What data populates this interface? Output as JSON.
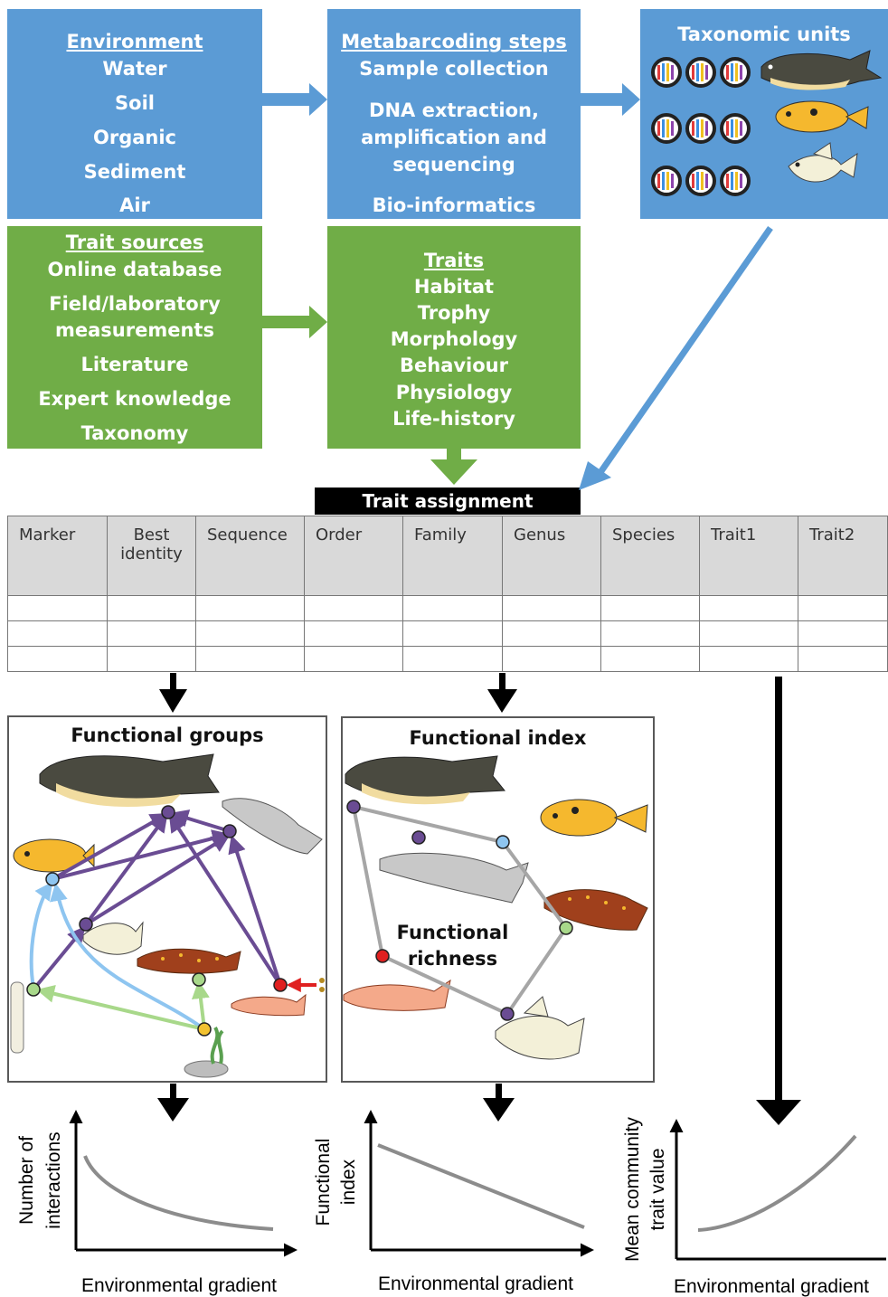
{
  "environment": {
    "title": "Environment",
    "items": [
      "Water",
      "Soil",
      "Organic",
      "Sediment",
      "Air"
    ]
  },
  "metabarcoding": {
    "title": "Metabarcoding steps",
    "steps": [
      "Sample collection",
      "DNA extraction,",
      "amplification and",
      "sequencing",
      "Bio-informatics"
    ]
  },
  "taxonomic_units": {
    "title": "Taxonomic units"
  },
  "trait_sources": {
    "title": "Trait sources",
    "items": [
      "Online database",
      "Field/laboratory",
      "measurements",
      "Literature",
      "Expert knowledge",
      "Taxonomy"
    ]
  },
  "traits": {
    "title": "Traits",
    "items": [
      "Habitat",
      "Trophy",
      "Morphology",
      "Behaviour",
      "Physiology",
      "Life-history"
    ]
  },
  "trait_assignment": {
    "label": "Trait assignment",
    "columns": [
      "Marker",
      "Best identity",
      "Sequence",
      "Order",
      "Family",
      "Genus",
      "Species",
      "Trait1",
      "Trait2"
    ],
    "empty_rows": 3
  },
  "functional_groups": {
    "title": "Functional groups"
  },
  "functional_index": {
    "title": "Functional index",
    "inner_label_1": "Functional",
    "inner_label_2": "richness"
  },
  "graphs": [
    {
      "ylabel_1": "Number of",
      "ylabel_2": "interactions",
      "xlabel": "Environmental gradient",
      "trend": "decreasing curve"
    },
    {
      "ylabel_1": "Functional",
      "ylabel_2": "index",
      "xlabel": "Environmental gradient",
      "trend": "decreasing line"
    },
    {
      "ylabel_1": "Mean community",
      "ylabel_2": "trait value",
      "xlabel": "Environmental gradient",
      "trend": "increasing curve"
    }
  ],
  "colors": {
    "blue_box": "#5b9bd5",
    "green_box": "#70ad47",
    "purple_node": "#6a4c93",
    "light_blue_node": "#8ec5f0",
    "green_node": "#a8d88a",
    "red_node": "#e02020",
    "yellow_node": "#f2c230"
  }
}
